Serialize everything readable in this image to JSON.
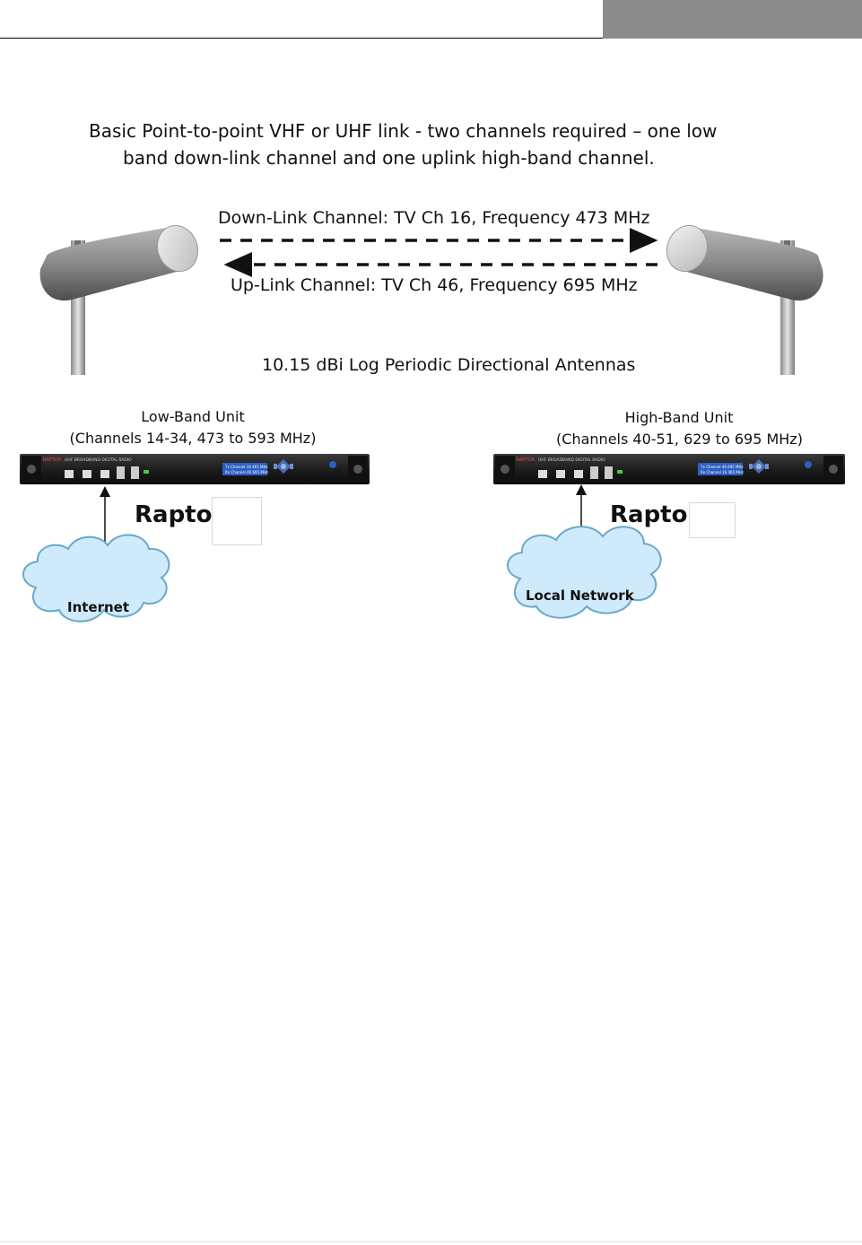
{
  "header": {},
  "diagram": {
    "title_line_1": "Basic Point-to-point VHF or UHF link  - two channels required – one low",
    "title_line_2": "band down-link channel and one uplink high-band channel.",
    "downlink_label": "Down-Link Channel: TV Ch 16, Frequency 473 MHz",
    "uplink_label": "Up-Link Channel: TV Ch 46, Frequency 695 MHz",
    "antenna_caption": "10.15 dBi Log Periodic Directional Antennas",
    "low_unit": {
      "title": "Low-Band Unit",
      "range": "(Channels 14-34, 473 to 593 MHz)",
      "product": "Raptor",
      "network": "Internet",
      "front_panel_brand": "RAPTOR",
      "front_panel_model": "UHF BROADBAND DIGITAL RADIO",
      "lcd_line_1": "Tx Channel 16 465 MHz",
      "lcd_line_2": "Rx Channel 46 695 MHz"
    },
    "high_unit": {
      "title": "High-Band Unit",
      "range": "(Channels 40-51, 629 to 695 MHz)",
      "product": "Raptor",
      "network": "Local Network",
      "front_panel_brand": "RAPTOR",
      "front_panel_model": "UHF BROADBAND DIGITAL RADIO",
      "lcd_line_1": "Tx Channel 46 695 MHz",
      "lcd_line_2": "Rx Channel 16 465 MHz"
    },
    "colors": {
      "cloud_fill": "#cfeafa",
      "cloud_stroke": "#6aa8c8",
      "lcd": "#2c5ec4",
      "arrow": "#111111",
      "header_block": "#8c8c8c"
    }
  }
}
